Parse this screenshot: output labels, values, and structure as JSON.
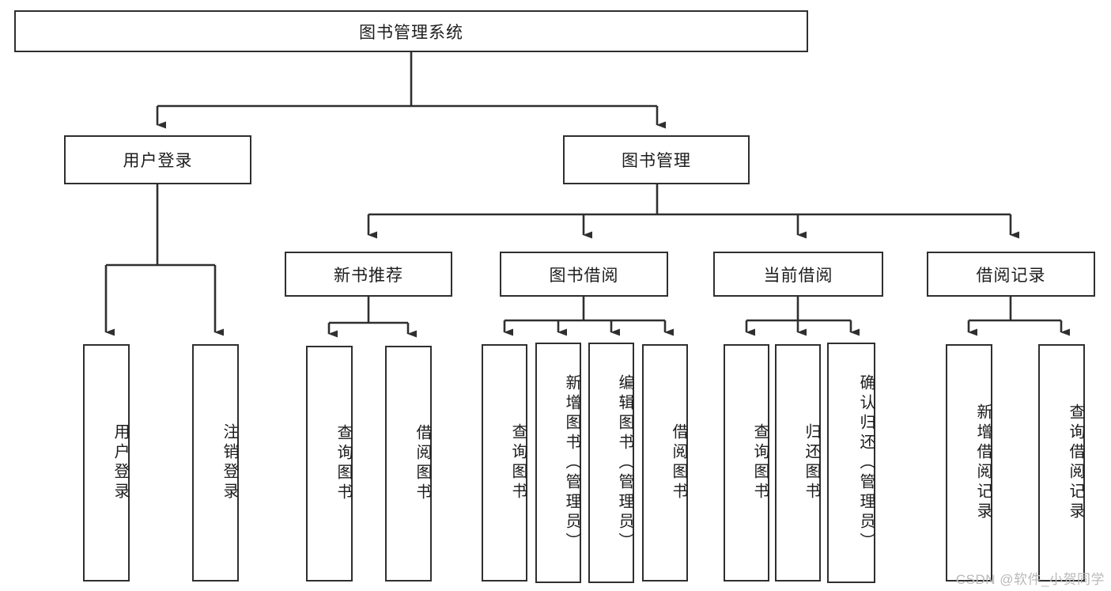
{
  "diagram": {
    "title": "图书管理系统",
    "type": "hierarchy-tree",
    "watermark": "CSDN @软件_小贺同学",
    "colors": {
      "stroke": "#2f2f2f",
      "fill": "#ffffff",
      "text": "#1c1c1c",
      "watermark": "#b9b9b9"
    },
    "root": {
      "label": "图书管理系统"
    },
    "level2": [
      {
        "label": "用户登录"
      },
      {
        "label": "图书管理"
      }
    ],
    "level3": [
      {
        "label": "新书推荐"
      },
      {
        "label": "图书借阅"
      },
      {
        "label": "当前借阅"
      },
      {
        "label": "借阅记录"
      }
    ],
    "leaves": {
      "user_login": [
        {
          "label": "用户登录"
        },
        {
          "label": "注销登录"
        }
      ],
      "new_book_recommend": [
        {
          "label": "查询图书"
        },
        {
          "label": "借阅图书"
        }
      ],
      "book_borrow": [
        {
          "label": "查询图书"
        },
        {
          "label": "新增图书（管理员）"
        },
        {
          "label": "编辑图书（管理员）"
        },
        {
          "label": "借阅图书"
        }
      ],
      "current_borrow": [
        {
          "label": "查询图书"
        },
        {
          "label": "归还图书"
        },
        {
          "label": "确认归还（管理员）"
        }
      ],
      "borrow_record": [
        {
          "label": "新增借阅记录"
        },
        {
          "label": "查询借阅记录"
        }
      ]
    }
  }
}
